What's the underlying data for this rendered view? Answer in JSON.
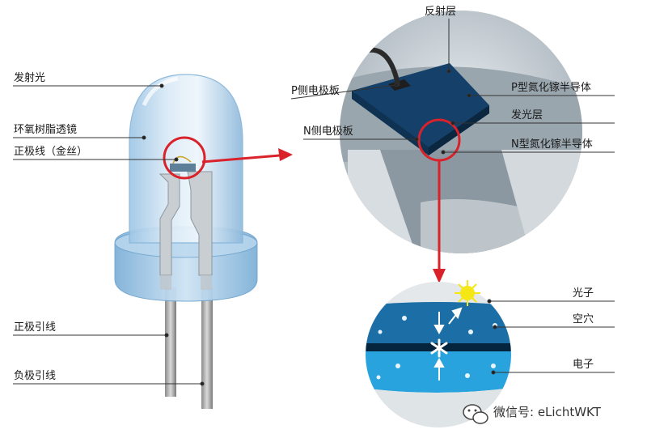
{
  "labels": {
    "emit_light": "发射光",
    "epoxy_lens": "环氧树脂透镜",
    "anode_wire": "正极线（金丝）",
    "anode_lead": "正极引线",
    "cathode_lead": "负极引线",
    "reflective_layer": "反射层",
    "p_electrode": "P侧电极板",
    "p_gan": "P型氮化镓半导体",
    "light_layer": "发光层",
    "n_electrode": "N侧电极板",
    "n_gan": "N型氮化镓半导体",
    "photon": "光子",
    "hole": "空穴",
    "electron": "电子"
  },
  "watermark": {
    "text": "微信号: eLichtWKT",
    "icon": "wechat-icon"
  },
  "colors": {
    "highlight_red": "#d9222a",
    "chip_dark": "#14406a",
    "chip_side": "#0f3253",
    "photon_yellow": "#f5e616",
    "p_region": "#1b6ea6",
    "n_region": "#28a3dd"
  }
}
